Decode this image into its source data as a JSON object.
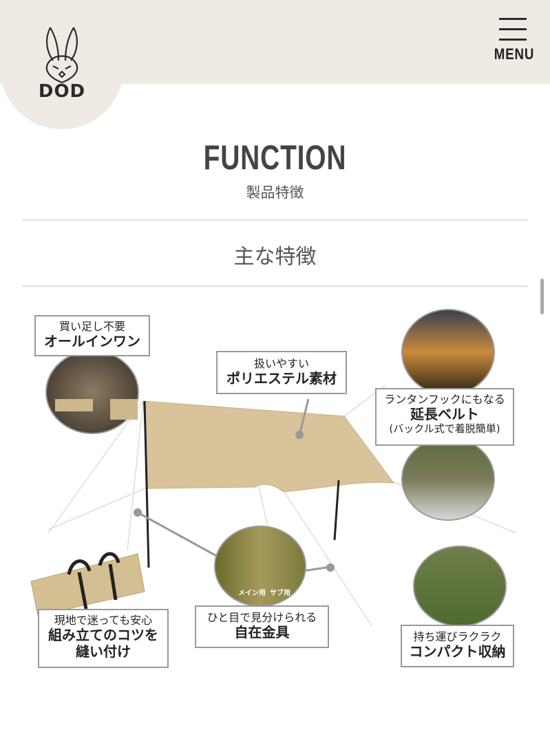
{
  "header": {
    "logo_text": "DOD",
    "menu_label": "MENU"
  },
  "page": {
    "title": "FUNCTION",
    "subtitle": "製品特徴",
    "section_title": "主な特徴"
  },
  "features": [
    {
      "small": "買い足し不要",
      "big": "オールインワン"
    },
    {
      "small": "扱いやすい",
      "big": "ポリエステル素材"
    },
    {
      "small": "ランタンフックにもなる",
      "big": "延長ベルト",
      "note": "(バックル式で着脱簡単)"
    },
    {
      "small": "ひと目で見分けられる",
      "big": "自在金具"
    },
    {
      "small": "現地で迷っても安心",
      "big": "組み立てのコツを",
      "big2": "縫い付け"
    },
    {
      "small": "持ち運びラクラク",
      "big": "コンパクト収納"
    }
  ],
  "photo_labels": {
    "main": "メイン用",
    "sub": "サブ用"
  },
  "colors": {
    "header_bg": "#efebe4",
    "tarp": "#d8c39a",
    "text": "#444444"
  }
}
